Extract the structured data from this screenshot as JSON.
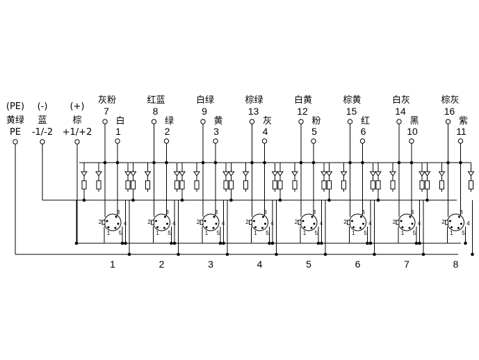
{
  "supply": [
    {
      "code": "(PE)",
      "color": "黄绿",
      "name": "PE"
    },
    {
      "code": "(-)",
      "color": "蓝",
      "name": "-1/-2"
    },
    {
      "code": "(+)",
      "color": "棕",
      "name": "+1/+2"
    }
  ],
  "channels": [
    {
      "number": "1",
      "left_color": "灰粉",
      "left_num": "7",
      "right_color": "白",
      "right_num": "1"
    },
    {
      "number": "2",
      "left_color": "红蓝",
      "left_num": "8",
      "right_color": "绿",
      "right_num": "2"
    },
    {
      "number": "3",
      "left_color": "白绿",
      "left_num": "9",
      "right_color": "黄",
      "right_num": "3"
    },
    {
      "number": "4",
      "left_color": "棕绿",
      "left_num": "13",
      "right_color": "灰",
      "right_num": "4"
    },
    {
      "number": "5",
      "left_color": "白黄",
      "left_num": "12",
      "right_color": "粉",
      "right_num": "5"
    },
    {
      "number": "6",
      "left_color": "棕黄",
      "left_num": "15",
      "right_color": "红",
      "right_num": "6"
    },
    {
      "number": "7",
      "left_color": "白灰",
      "left_num": "14",
      "right_color": "黑",
      "right_num": "10"
    },
    {
      "number": "8",
      "left_color": "棕灰",
      "left_num": "16",
      "right_color": "紫",
      "right_num": "11"
    }
  ],
  "connector_pins": [
    "1",
    "2",
    "3",
    "4",
    "5"
  ]
}
